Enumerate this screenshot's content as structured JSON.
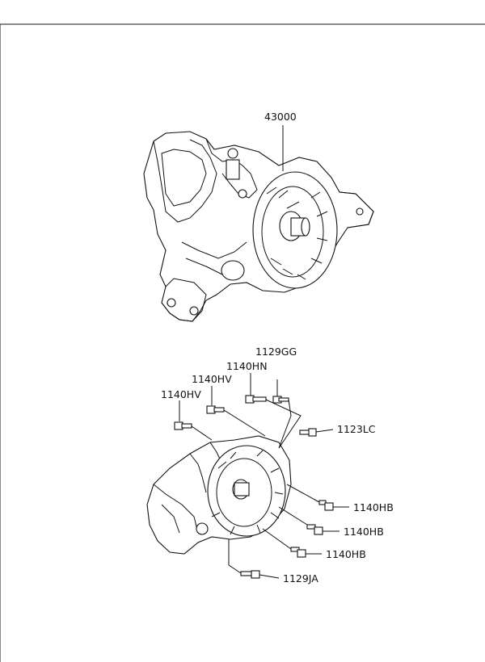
{
  "diagram": {
    "assembly_label": "43000",
    "parts": [
      {
        "code": "1129GG"
      },
      {
        "code": "1140HN"
      },
      {
        "code": "1140HV"
      },
      {
        "code": "1140HV"
      },
      {
        "code": "1123LC"
      },
      {
        "code": "1140HB"
      },
      {
        "code": "1140HB"
      },
      {
        "code": "1140HB"
      },
      {
        "code": "1129JA"
      }
    ]
  }
}
